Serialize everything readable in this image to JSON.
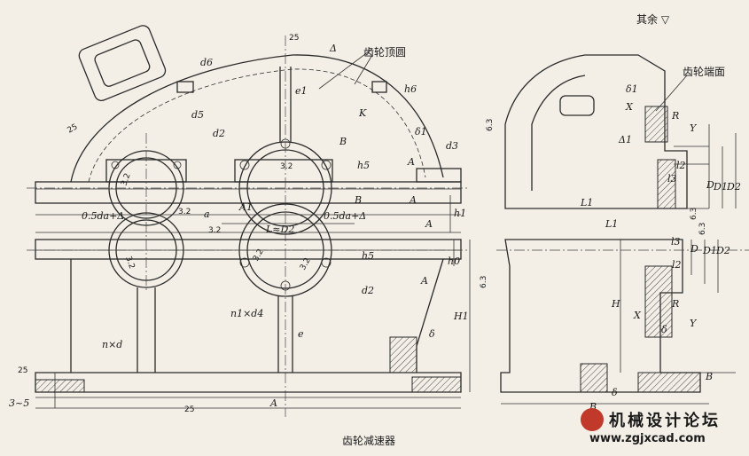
{
  "caption": "齿轮减速器",
  "top_right_note": "其余",
  "callouts": {
    "gear_tip_circle": "齿轮顶圆",
    "gear_end_face": "齿轮端面"
  },
  "left_view_labels": {
    "d6": "d6",
    "d5": "d5",
    "d2_top": "d2",
    "d2_mid": "d2",
    "d3": "d3",
    "delta": "Δ",
    "delta1": "δ1",
    "e1": "e1",
    "h6": "h6",
    "h5_top": "h5",
    "h5_mid": "h5",
    "K": "K",
    "B_top": "B",
    "B_mid": "B",
    "A_top": "A",
    "A_mid": "A",
    "A_low": "A",
    "A1": "A1",
    "a": "a",
    "half_da_left": "0.5da+Δ",
    "half_da_right": "0.5da+Δ",
    "L_eq_D2": "L≈D2",
    "h1": "h1",
    "h0": "h0",
    "H1": "H1",
    "n1xd4": "n1×d4",
    "nxd": "n×d",
    "e": "e",
    "delta_small": "δ",
    "dim_3to5": "3~5",
    "A_bottom": "A"
  },
  "right_view_labels": {
    "delta1": "δ1",
    "X_top": "X",
    "R_top": "R",
    "Y_top": "Y",
    "Delta1": "Δ1",
    "l2_top": "l2",
    "l3_top": "l3",
    "D_top": "D",
    "D1_top": "D1",
    "D2_top": "D2",
    "L1_top": "L1",
    "L1_mid": "L1",
    "l3_low": "l3",
    "l2_low": "l2",
    "D_low": "D",
    "D1_low": "D1",
    "D2_low": "D2",
    "H": "H",
    "X_low": "X",
    "R_low": "R",
    "Y_low": "Y",
    "delta_low": "δ",
    "B_arrow": "B",
    "B_bottom": "B",
    "delta_bottom": "δ"
  },
  "surface_finish": [
    "25",
    "25",
    "3.2",
    "3.2",
    "3.2",
    "3.2",
    "3.2",
    "3.2",
    "3.2",
    "6.3",
    "6.3",
    "6.3",
    "6.3",
    "25",
    "25"
  ],
  "watermark": {
    "site_name": "机械设计论坛",
    "url": "www.zgjxcad.com"
  }
}
